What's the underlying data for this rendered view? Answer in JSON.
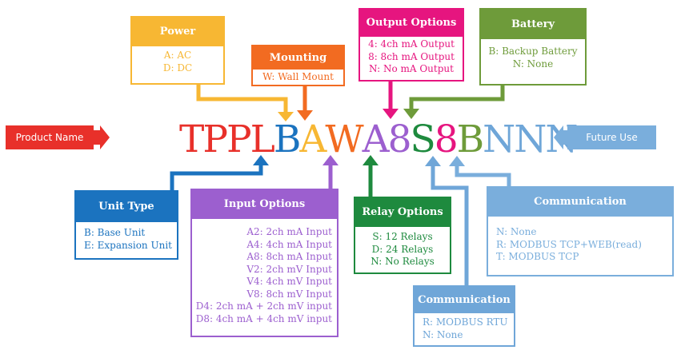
{
  "product_code": [
    {
      "char": "T",
      "color": "#e8302a"
    },
    {
      "char": "P",
      "color": "#e8302a"
    },
    {
      "char": "P",
      "color": "#e8302a"
    },
    {
      "char": "L",
      "color": "#e8302a"
    },
    {
      "char": "B",
      "color": "#1b73bf"
    },
    {
      "char": "A",
      "color": "#f7b733"
    },
    {
      "char": "W",
      "color": "#f26b21"
    },
    {
      "char": "A",
      "color": "#9c5fcf"
    },
    {
      "char": "8",
      "color": "#9c5fcf"
    },
    {
      "char": "S",
      "color": "#1e8a3e"
    },
    {
      "char": "8",
      "color": "#e6157f"
    },
    {
      "char": "B",
      "color": "#6e9b3a"
    },
    {
      "char": "N",
      "color": "#6fa6d8"
    },
    {
      "char": "N",
      "color": "#6fa6d8"
    },
    {
      "char": "N",
      "color": "#6fa6d8"
    }
  ],
  "product_name": {
    "label": "Product Name",
    "color": "#e8302a"
  },
  "future_use": {
    "label": "Future Use",
    "color": "#7aaedc"
  },
  "power": {
    "title": "Power",
    "color": "#f7b733",
    "items": [
      "A: AC",
      "D: DC"
    ]
  },
  "mounting": {
    "title": "Mounting",
    "color": "#f26b21",
    "items": [
      "W: Wall Mount"
    ]
  },
  "output_options": {
    "title": "Output Options",
    "color": "#e6157f",
    "items": [
      "4: 4ch mA Output",
      "8: 8ch mA Output",
      "N: No mA Output"
    ]
  },
  "battery": {
    "title": "Battery",
    "color": "#6e9b3a",
    "items": [
      "B: Backup Battery",
      "N: None"
    ]
  },
  "unit_type": {
    "title": "Unit Type",
    "color": "#1b73bf",
    "items": [
      "B: Base Unit",
      "E: Expansion Unit"
    ]
  },
  "input_options": {
    "title": "Input Options",
    "color": "#9c5fcf",
    "items": [
      "A2: 2ch mA Input",
      "A4: 4ch mA Input",
      "A8: 8ch mA Input",
      "V2: 2ch mV Input",
      "V4: 4ch mV Input",
      "V8: 8ch mV Input",
      "D4: 2ch mA + 2ch mV input",
      "D8: 4ch mA + 4ch mV input"
    ]
  },
  "relay_options": {
    "title": "Relay Options",
    "color": "#1e8a3e",
    "items": [
      "S: 12 Relays",
      "D: 24 Relays",
      "N: No Relays"
    ]
  },
  "communication_1": {
    "title": "Communication",
    "color": "#6fa6d8",
    "items": [
      "R: MODBUS RTU",
      "N: None"
    ]
  },
  "communication_2": {
    "title": "Communication",
    "color": "#7aaedc",
    "items": [
      "N: None",
      "R: MODBUS TCP+WEB(read)",
      "T: MODBUS TCP"
    ]
  }
}
